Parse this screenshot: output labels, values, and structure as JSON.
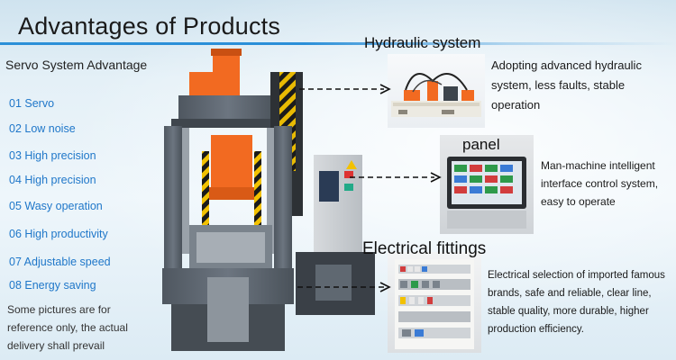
{
  "title": "Advantages of Products",
  "left": {
    "subhead": "Servo System Advantage",
    "items": [
      "01 Servo",
      "02 Low noise",
      "03 High precision",
      "04 High precision",
      "05 Wasy operation",
      "06 High productivity",
      "07  Adjustable speed",
      "08 Energy saving"
    ],
    "note": "Some pictures are for reference only, the actual delivery shall prevail"
  },
  "callouts": {
    "hydraulic": {
      "title": "Hydraulic system",
      "desc": "Adopting advanced hydraulic system, less faults, stable operation"
    },
    "panel": {
      "title": "panel",
      "desc": "Man-machine intelligent interface control system, easy to operate"
    },
    "electrical": {
      "title": "Electrical fittings",
      "desc": "Electrical selection of imported famous brands, safe and reliable, clear line, stable quality, more durable, higher production efficiency."
    }
  },
  "colors": {
    "accent_blue": "#1f77c9",
    "machine_gray": "#5f6871",
    "machine_orange": "#f26a21",
    "hazard_yellow": "#f2c100",
    "hazard_black": "#1a1a1a"
  }
}
